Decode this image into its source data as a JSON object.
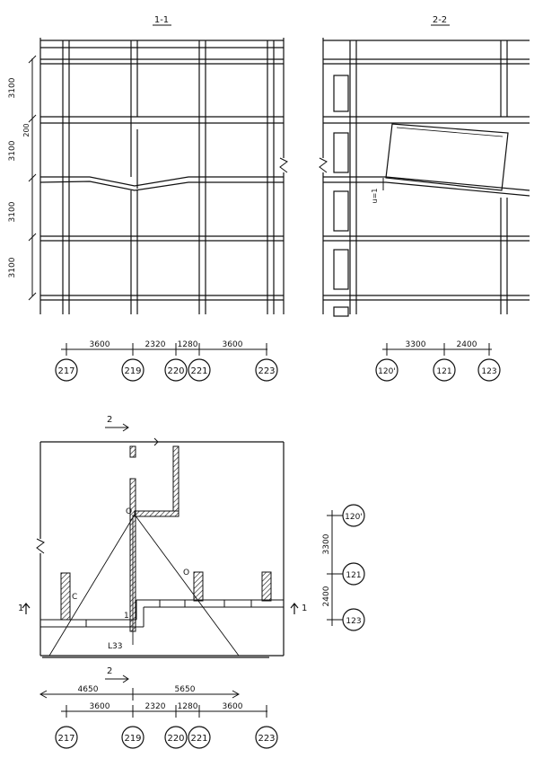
{
  "titles": {
    "section_1": "1-1",
    "section_2": "2-2"
  },
  "sec1": {
    "heights": [
      "3100",
      "3100",
      "3100",
      "3100"
    ],
    "small_dim": "200",
    "dims": [
      "3600",
      "2320",
      "1280",
      "3600"
    ],
    "axes": [
      "217",
      "219",
      "220",
      "221",
      "223"
    ]
  },
  "sec2": {
    "delta_label": "u=1",
    "dims": [
      "3300",
      "2400"
    ],
    "axes": [
      "120'",
      "121",
      "123"
    ]
  },
  "plan": {
    "cut_2_top": "2",
    "cut_2_bottom": "2",
    "cut_1_left": "1",
    "cut_1_right": "1",
    "label_O": "O",
    "label_O2": "O",
    "label_C": "C",
    "label_1": "1",
    "label_L33": "L33",
    "overall_dims": [
      "4650",
      "5650"
    ],
    "dims": [
      "3600",
      "2320",
      "1280",
      "3600"
    ],
    "axes": [
      "217",
      "219",
      "220",
      "221",
      "223"
    ]
  },
  "right_axes": {
    "dims": [
      "3300",
      "2400"
    ],
    "axes": [
      "120'",
      "121",
      "123"
    ]
  }
}
